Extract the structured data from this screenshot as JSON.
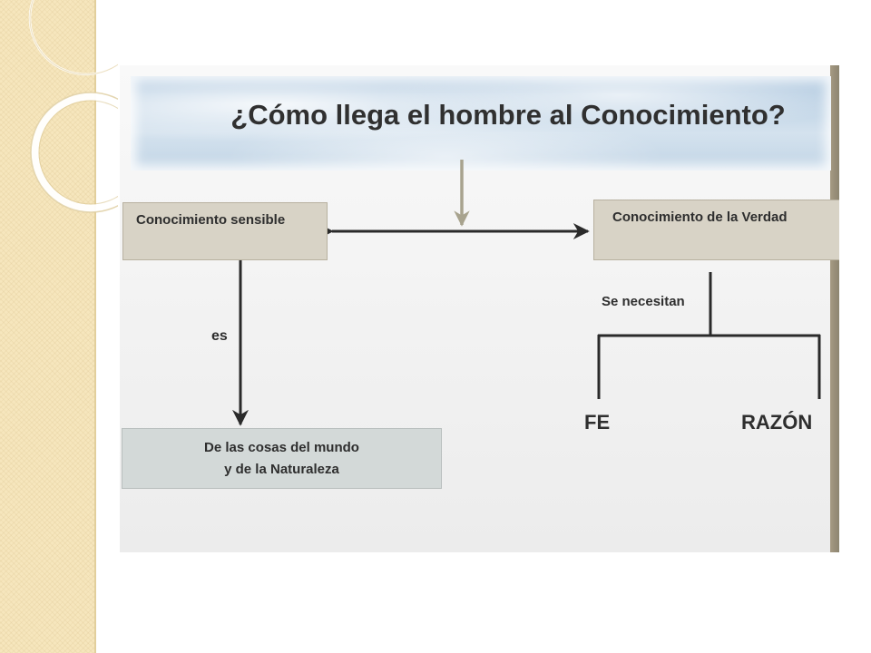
{
  "slide": {
    "title": "¿Cómo llega el hombre al Conocimiento?",
    "nodes": {
      "sensible": "Conocimiento  sensible",
      "verdad": "Conocimiento de la Verdad",
      "cosas_line1": "De las cosas del mundo",
      "cosas_line2": "y de la Naturaleza",
      "fe": "FE",
      "razon": "RAZÓN"
    },
    "edges": {
      "es": "es",
      "se_necesitan": "Se necesitan"
    }
  },
  "colors": {
    "title_band": "#bcd0e3",
    "box_fill": "#d8d3c6",
    "bottom_box_fill": "#d3d9d8",
    "arrow": "#2a2a2a",
    "title_arrow": "#a8a38e",
    "side_strip": "#f6e6bd"
  }
}
